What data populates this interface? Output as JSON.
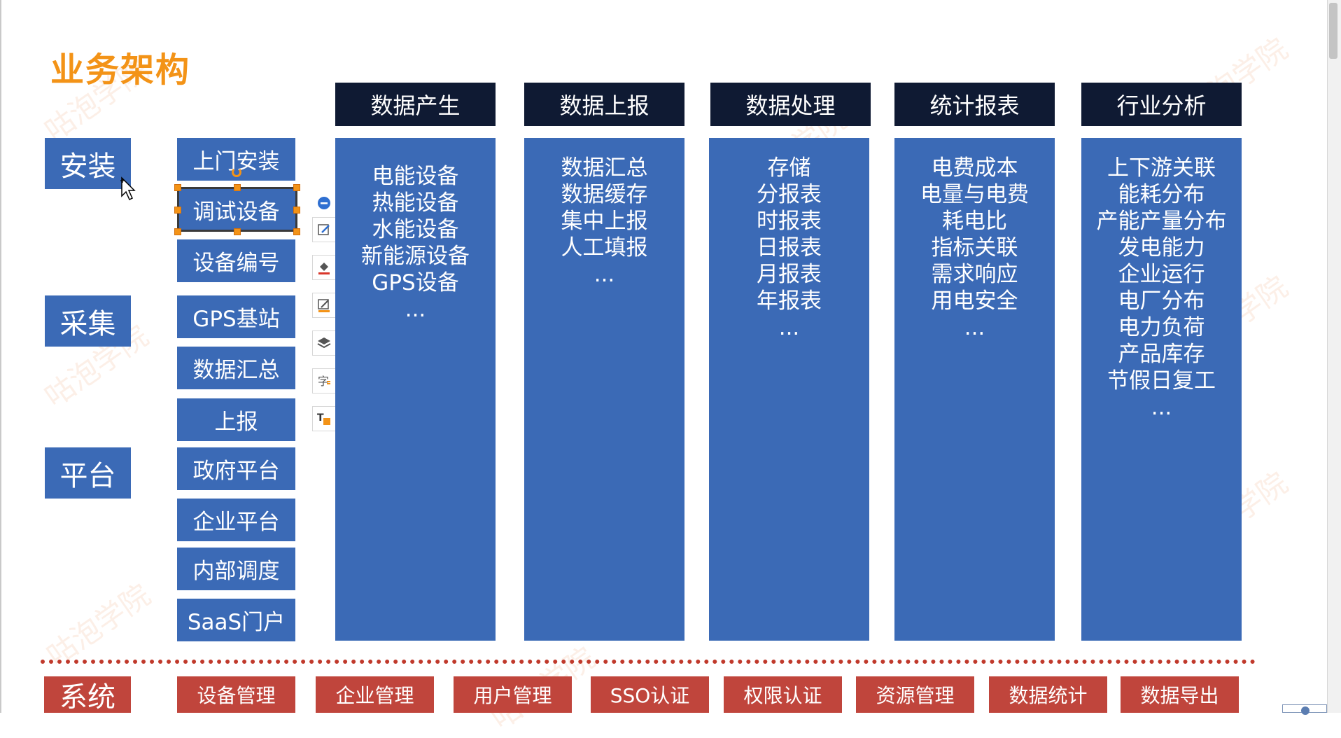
{
  "title": "业务架构",
  "watermark": "咕泡学院",
  "categories": [
    {
      "label": "安装"
    },
    {
      "label": "采集"
    },
    {
      "label": "平台"
    }
  ],
  "sub_items": [
    {
      "label": "上门安装"
    },
    {
      "label": "调试设备"
    },
    {
      "label": "设备编号"
    },
    {
      "label": "GPS基站"
    },
    {
      "label": "数据汇总"
    },
    {
      "label": "上报"
    },
    {
      "label": "政府平台"
    },
    {
      "label": "企业平台"
    },
    {
      "label": "内部调度"
    },
    {
      "label": "SaaS门户"
    }
  ],
  "columns": [
    {
      "title": "数据产生",
      "items": [
        "电能设备",
        "热能设备",
        "水能设备",
        "新能源设备",
        "GPS设备",
        "..."
      ]
    },
    {
      "title": "数据上报",
      "items": [
        "数据汇总",
        "数据缓存",
        "集中上报",
        "人工填报",
        "..."
      ]
    },
    {
      "title": "数据处理",
      "items": [
        "存储",
        "分报表",
        "时报表",
        "日报表",
        "月报表",
        "年报表",
        "..."
      ]
    },
    {
      "title": "统计报表",
      "items": [
        "电费成本",
        "电量与电费",
        "耗电比",
        "指标关联",
        "需求响应",
        "用电安全",
        "..."
      ]
    },
    {
      "title": "行业分析",
      "items": [
        "上下游关联",
        "能耗分布",
        "产能产量分布",
        "发电能力",
        "企业运行",
        "电厂分布",
        "电力负荷",
        "产品库存",
        "节假日复工",
        "..."
      ]
    }
  ],
  "system": {
    "label": "系统",
    "items": [
      "设备管理",
      "企业管理",
      "用户管理",
      "SSO认证",
      "权限认证",
      "资源管理",
      "数据统计",
      "数据导出"
    ]
  },
  "toolbar_icons": [
    "remove-icon",
    "edit-shape-icon",
    "fill-color-icon",
    "line-color-icon",
    "layers-icon",
    "text-style-icon",
    "text-replace-icon"
  ],
  "colors": {
    "title": "#f39317",
    "blue_box": "#3b6ab6",
    "column_header": "#0f1a33",
    "system_red": "#c0453c",
    "dotted_divider": "#c0392b",
    "selection_handle": "#f39317"
  }
}
